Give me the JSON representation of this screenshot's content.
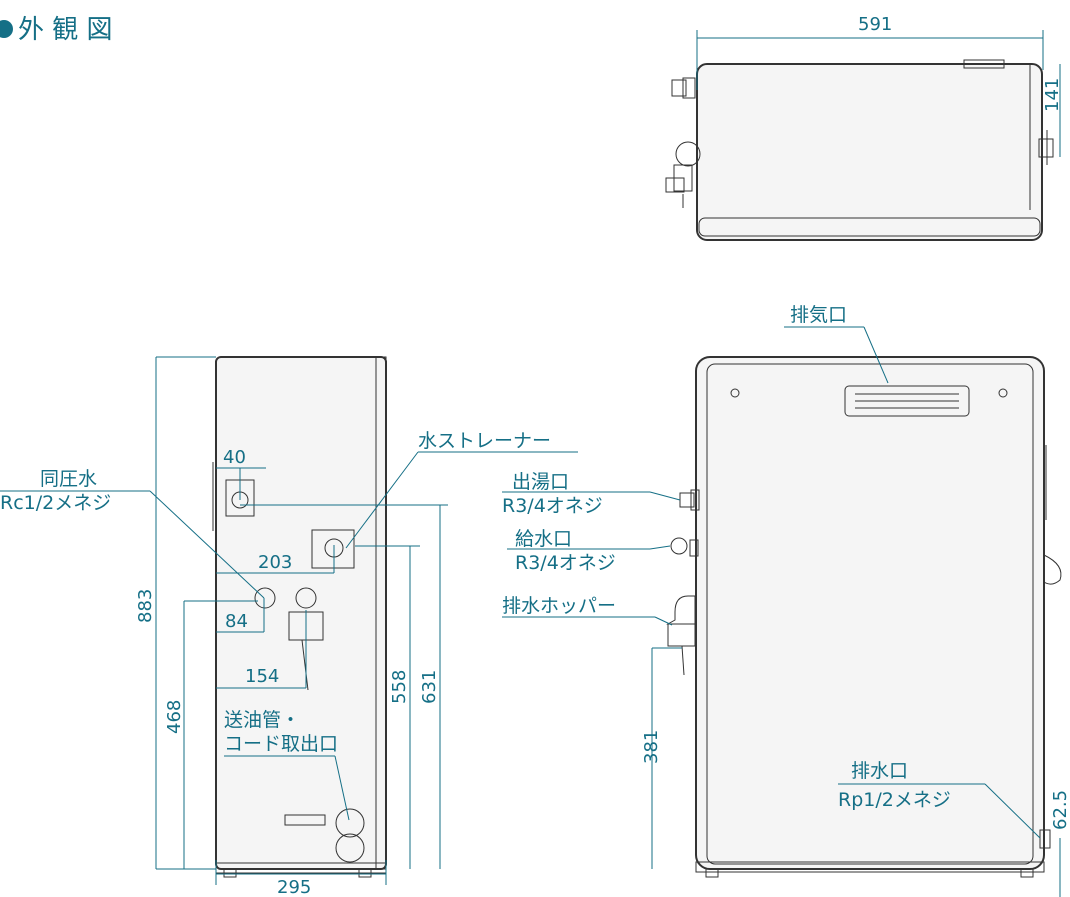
{
  "title": "外 観 図",
  "labels": {
    "same_pressure_water": {
      "line1": "同圧水",
      "line2": "Rc1/2メネジ"
    },
    "water_strainer": "水ストレーナー",
    "hot_water_outlet": {
      "line1": "出湯口",
      "line2": "R3/4オネジ"
    },
    "water_supply_inlet": {
      "line1": "給水口",
      "line2": "R3/4オネジ"
    },
    "drain_hopper": "排水ホッパー",
    "exhaust_outlet": "排気口",
    "drain_outlet": {
      "line1": "排水口",
      "line2": "Rp1/2メネジ"
    },
    "oil_cord_outlet": {
      "line1": "送油管・",
      "line2": "コード取出口"
    }
  },
  "dimensions": {
    "d591": "591",
    "d141": "141",
    "d40": "40",
    "d203": "203",
    "d84": "84",
    "d154": "154",
    "d883": "883",
    "d468": "468",
    "d558": "558",
    "d631": "631",
    "d295": "295",
    "d381": "381",
    "d62_5": "62.5"
  },
  "colors": {
    "accent": "#156f86",
    "outline": "#333333"
  }
}
